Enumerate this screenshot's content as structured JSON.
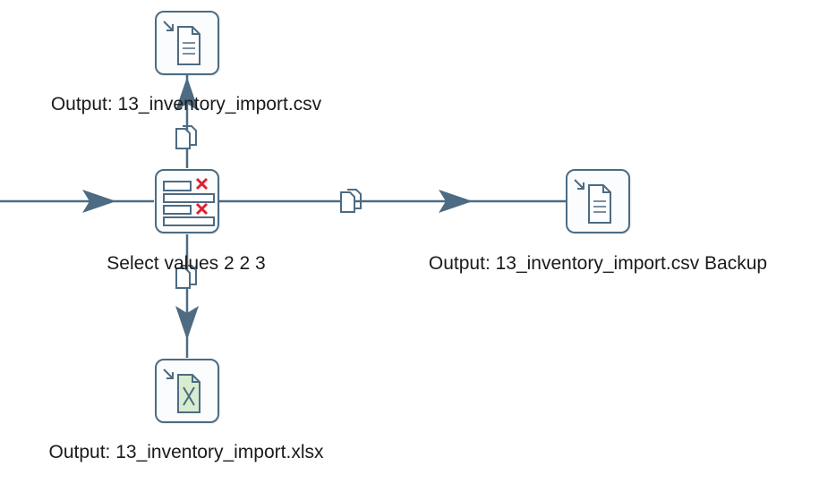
{
  "transformation": {
    "steps": [
      {
        "id": "select-values",
        "label": "Select values 2 2 3",
        "icon": "select-values-icon"
      },
      {
        "id": "output-csv",
        "label": "Output: 13_inventory_import.csv",
        "icon": "text-file-output-icon"
      },
      {
        "id": "output-csv-backup",
        "label": "Output: 13_inventory_import.csv Backup",
        "icon": "text-file-output-icon"
      },
      {
        "id": "output-xlsx",
        "label": "Output: 13_inventory_import.xlsx",
        "icon": "excel-output-icon"
      }
    ],
    "hops": [
      {
        "from": "upstream",
        "to": "select-values"
      },
      {
        "from": "select-values",
        "to": "output-csv",
        "icon": "copy-rows-icon"
      },
      {
        "from": "select-values",
        "to": "output-csv-backup",
        "icon": "copy-rows-icon"
      },
      {
        "from": "select-values",
        "to": "output-xlsx",
        "icon": "copy-rows-icon"
      }
    ]
  },
  "colors": {
    "hop_line": "#4d6b82",
    "node_border": "#4d6b82",
    "delete_mark": "#e0202f",
    "excel_fill": "#d8ecd0"
  }
}
